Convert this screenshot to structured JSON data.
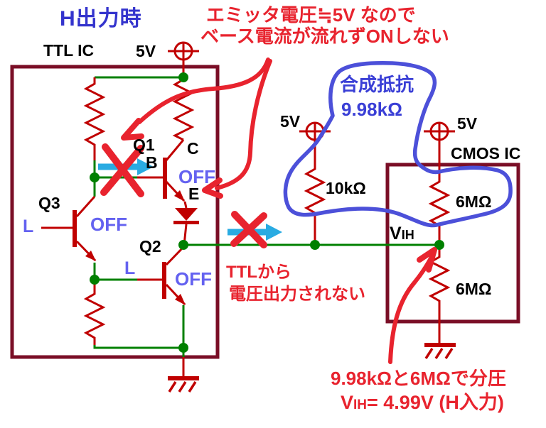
{
  "title": "H出力時",
  "top_note": {
    "line1": "エミッタ電圧≒5V なので",
    "line2": "ベース電流が流れずONしない"
  },
  "ttl": {
    "name": "TTL IC",
    "supply": "5V",
    "q1": "Q1",
    "q2": "Q2",
    "q3": "Q3",
    "base": "B",
    "collector": "C",
    "emitter": "E",
    "state_off": "OFF",
    "input_low": "L"
  },
  "middle": {
    "supply": "5V",
    "resistor": "10kΩ"
  },
  "cmos": {
    "name": "CMOS IC",
    "supply": "5V",
    "resistor_top": "6MΩ",
    "resistor_bottom": "6MΩ",
    "vih_v": "V",
    "vih_sub": "IH"
  },
  "combined_resistance_note": {
    "line1": "合成抵抗",
    "line2": "9.98kΩ"
  },
  "no_output_note": {
    "line1": "TTLから",
    "line2": "電圧出力されない"
  },
  "divider_note": {
    "line1": "9.98kΩと6MΩで分圧",
    "v": "V",
    "sub": "IH",
    "rest": "= 4.99V (H入力)"
  },
  "colors": {
    "box_maroon": "#7a0e26",
    "component_red": "#c00000",
    "wire_green": "#008000",
    "annotation_red": "#e8232e",
    "annotation_blue": "#4c50d9",
    "cyan_arrow": "#29abe2",
    "state_blue": "#6462f0",
    "title_blue": "#3434cd"
  }
}
